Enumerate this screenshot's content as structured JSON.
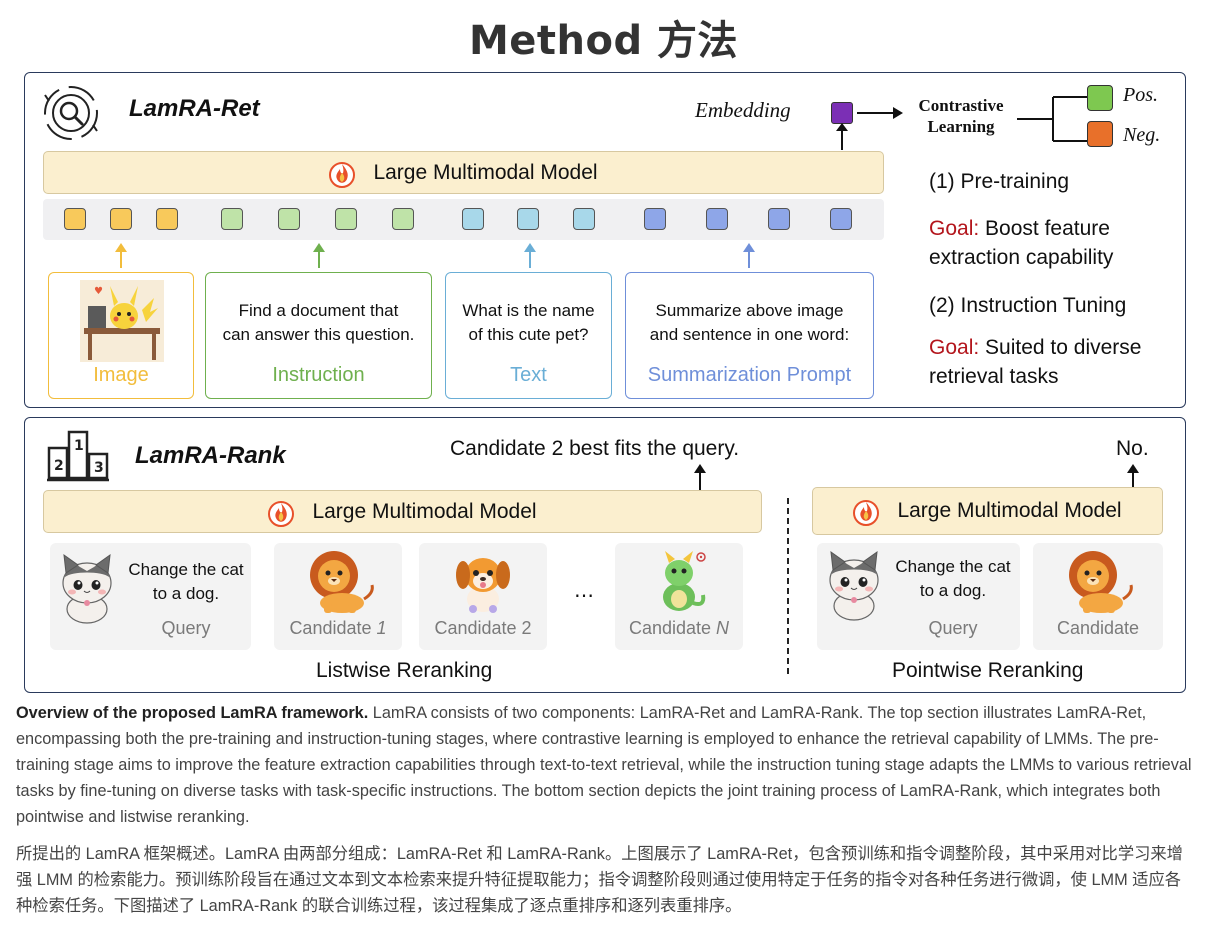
{
  "title": "Method 方法",
  "ret": {
    "title": "LamRA-Ret",
    "llm_label": "Large Multimodal Model",
    "embedding_label": "Embedding",
    "contrastive_label_1": "Contrastive",
    "contrastive_label_2": "Learning",
    "pos_label": "Pos.",
    "neg_label": "Neg.",
    "inputs": {
      "image": {
        "label": "Image"
      },
      "instruction": {
        "text_1": "Find a document  that",
        "text_2": "can answer this question.",
        "label": "Instruction"
      },
      "text": {
        "text_1": "What is the name",
        "text_2": "of this cute pet?",
        "label": "Text"
      },
      "summarization": {
        "text_1": "Summarize above image",
        "text_2": "and sentence in one word:",
        "label": "Summarization Prompt"
      }
    },
    "stage1": "(1) Pre-training",
    "goal_word": "Goal:",
    "goal1_text_1": "Boost feature",
    "goal1_text_2": "extraction capability",
    "stage2": "(2) Instruction Tuning",
    "goal2_text_1": "Suited to diverse",
    "goal2_text_2": "retrieval tasks",
    "colors": {
      "image": "#f2bd3c",
      "instruction": "#6fb04e",
      "text": "#6aaed6",
      "summarization": "#6f8fd9",
      "goal": "#b3151c",
      "embedding": "#7b2fb5",
      "pos": "#7ec850",
      "neg": "#e8702a"
    }
  },
  "rank": {
    "title": "LamRA-Rank",
    "llm_label": "Large Multimodal Model",
    "llm_label_point": "Large Multimodal Model",
    "output_list": "Candidate 2 best fits the query.",
    "output_point": "No.",
    "query_text_1": "Change the cat",
    "query_text_2": "to a dog.",
    "query_label": "Query",
    "cand1_label": "Candidate",
    "cand1_num": "1",
    "cand2_label": "Candidate 2",
    "ellipsis": "…",
    "candN_label": "Candidate",
    "candN_num": "N",
    "point_query_text_1": "Change the cat",
    "point_query_text_2": "to a dog.",
    "point_query_label": "Query",
    "point_cand_label": "Candidate",
    "listwise_label": "Listwise Reranking",
    "pointwise_label": "Pointwise Reranking"
  },
  "caption_en": {
    "bold": "Overview of the proposed LamRA framework.",
    "text": " LamRA consists of two components: LamRA-Ret and LamRA-Rank. The top section illustrates LamRA-Ret, encompassing both the pre-training and instruction-tuning stages, where contrastive learning is employed to enhance the retrieval capability of LMMs. The pre-training stage aims to improve the feature extraction capabilities through text-to-text retrieval, while the instruction tuning stage adapts the LMMs to various retrieval tasks by fine-tuning on diverse tasks with task-specific instructions. The bottom section depicts the joint training process of LamRA-Rank, which integrates both pointwise and listwise reranking."
  },
  "caption_zh": "所提出的 LamRA 框架概述。LamRA 由两部分组成：LamRA-Ret 和 LamRA-Rank。上图展示了 LamRA-Ret，包含预训练和指令调整阶段，其中采用对比学习来增强 LMM 的检索能力。预训练阶段旨在通过文本到文本检索来提升特征提取能力；指令调整阶段则通过使用特定于任务的指令对各种任务进行微调，使 LMM 适应各种检索任务。下图描述了 LamRA-Rank 的联合训练过程，该过程集成了逐点重排序和逐列表重排序。"
}
